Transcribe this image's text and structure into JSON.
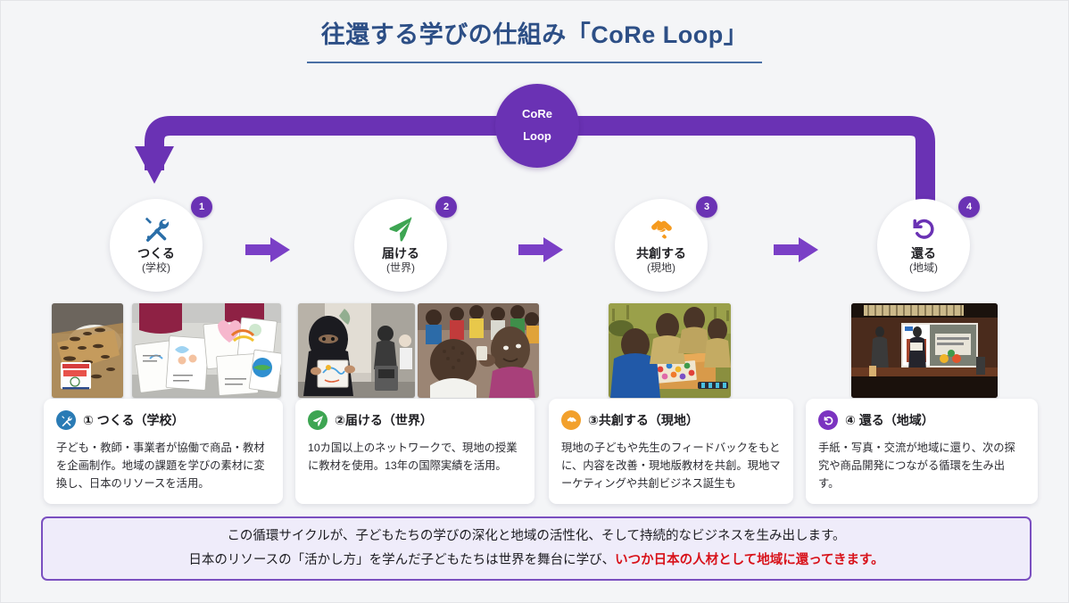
{
  "header": {
    "title": "往還する学びの仕組み「CoRe Loop」",
    "title_color": "#2d4f86"
  },
  "center": {
    "line1": "CoRe",
    "line2": "Loop",
    "color": "#6a32b4"
  },
  "nodes": [
    {
      "badge": "1",
      "icon": "tools-icon",
      "icon_color": "#2a6ea8",
      "title": "つくる",
      "sub": "(学校)"
    },
    {
      "badge": "2",
      "icon": "send-icon",
      "icon_color": "#3da552",
      "title": "届ける",
      "sub": "(世界)"
    },
    {
      "badge": "3",
      "icon": "handshake-icon",
      "icon_color": "#f59a1e",
      "title": "共創する",
      "sub": "(現地)"
    },
    {
      "badge": "4",
      "icon": "undo-icon",
      "icon_color": "#6a32b4",
      "title": "還る",
      "sub": "(地域)"
    }
  ],
  "cards": [
    {
      "chip_icon": "tools-icon",
      "chip_color": "#2a7bb5",
      "title": "① つくる（学校）",
      "body": "子ども・教師・事業者が協働で商品・教材を企画制作。地域の課題を学びの素材に変換し、日本のリソースを活用。"
    },
    {
      "chip_icon": "send-icon",
      "chip_color": "#3da552",
      "title": "②届ける（世界）",
      "body": "10カ国以上のネットワークで、現地の授業に教材を使用。13年の国際実績を活用。"
    },
    {
      "chip_icon": "handshake-icon",
      "chip_color": "#f2a02c",
      "title": "③共創する（現地）",
      "body": "現地の子どもや先生のフィードバックをもとに、内容を改善・現地版教材を共創。現地マーケティングや共創ビジネス誕生も"
    },
    {
      "chip_icon": "undo-icon",
      "chip_color": "#7b33c0",
      "title": "④ 還る（地域）",
      "body": "手紙・写真・交流が地域に還り、次の探究や商品開発につながる循環を生み出す。"
    }
  ],
  "photos": [
    {
      "name": "photo-furikake-rice"
    },
    {
      "name": "photo-childrens-cards"
    },
    {
      "name": "photo-woman-holding-drawing"
    },
    {
      "name": "photo-children-group-outdoors"
    },
    {
      "name": "photo-children-workshop-table"
    },
    {
      "name": "photo-stage-presentation"
    }
  ],
  "footer": {
    "line1": "この循環サイクルが、子どもたちの学びの深化と地域の活性化、そして持続的なビジネスを生み出します。",
    "line2_plain": "日本のリソースの「活かし方」を学んだ子どもたちは世界を舞台に学び、",
    "line2_highlight": "いつか日本の人材として地域に還ってきます。",
    "highlight_color": "#d8121a",
    "border_color": "#7a4fc0",
    "background_color": "#efecfa"
  },
  "arrows": {
    "loop_color": "#6a32b4",
    "step_color": "#7a3fc6"
  }
}
